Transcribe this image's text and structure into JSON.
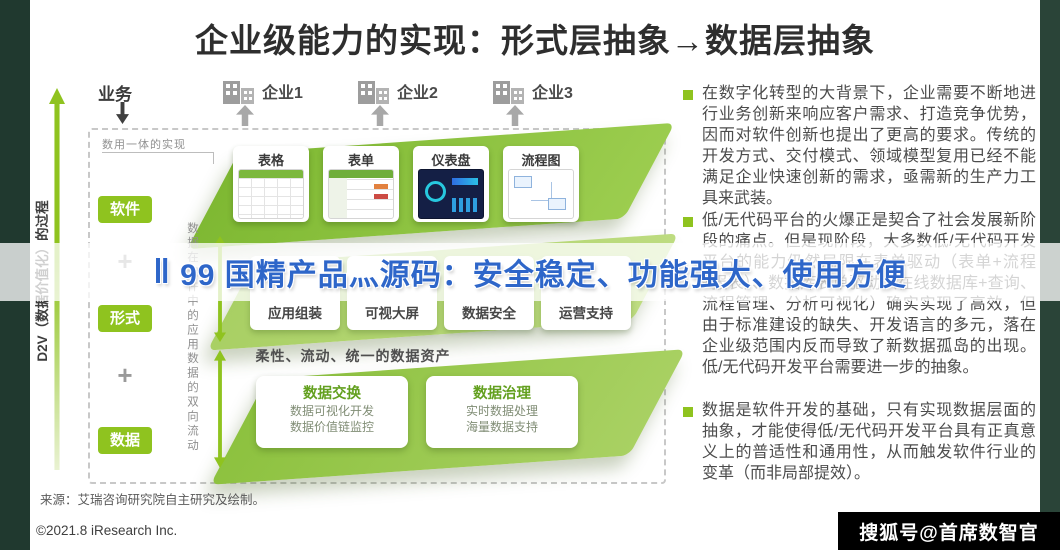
{
  "title": "企业级能力的实现：形式层抽象→数据层抽象",
  "watermark": {
    "mark": "‖",
    "text": "99 国精产品灬源码：安全稳定、功能强大、使用方便"
  },
  "badge": {
    "text": "搜狐号@首席数智官"
  },
  "axis": {
    "label": "D2V（数据价值化）的过程"
  },
  "diagram": {
    "business": "业务",
    "companies": [
      {
        "label": "企业1"
      },
      {
        "label": "企业2"
      },
      {
        "label": "企业3"
      }
    ],
    "note": "数用一体的实现",
    "row_labels": {
      "software": "软件",
      "form": "形式",
      "data": "数据"
    },
    "plus": "+",
    "side_notes": {
      "top": "数据在软件中的应用",
      "bottom": "数据的双向流动"
    },
    "software_cards": [
      {
        "label": "表格"
      },
      {
        "label": "表单"
      },
      {
        "label": "仪表盘"
      },
      {
        "label": "流程图"
      }
    ],
    "form_cards": [
      {
        "label": "应用组装"
      },
      {
        "label": "可视大屏"
      },
      {
        "label": "数据安全"
      },
      {
        "label": "运营支持"
      }
    ],
    "flow_caption": "柔性、流动、统一的数据资产",
    "data_cards": [
      {
        "title": "数据交换",
        "lines": [
          "数据可视化开发",
          "数据价值链监控"
        ]
      },
      {
        "title": "数据治理",
        "lines": [
          "实时数据处理",
          "海量数据支持"
        ]
      }
    ]
  },
  "bullets": [
    {
      "text": "在数字化转型的大背景下，企业需要不断地进行业务创新来响应客户需求、打造竞争优势，因而对软件创新也提出了更高的要求。传统的开发方式、交付模式、领域模型复用已经不能满足企业快速创新的需求，亟需新的生产力工具来武装。"
    },
    {
      "text": "低/无代码平台的火爆正是契合了社会发展新阶段的痛点。但是现阶段，大多数低/无代码开发平台的能力仍然局限在表单驱动（表单+流程+报表）、数据库表单驱动（在线数据库+查询、流程管理、分析可视化）确实实现了高效，但由于标准建设的缺失、开发语言的多元，落在企业级范围内反而导致了新数据孤岛的出现。低/无代码开发平台需要进一步的抽象。"
    },
    {
      "text": "数据是软件开发的基础，只有实现数据层面的抽象，才能使得低/无代码开发平台具有正真意义上的普适性和通用性，从而触发软件行业的变革（而非局部提效）。"
    }
  ],
  "footer": {
    "source": "来源：艾瑞咨询研究院自主研究及绘制。",
    "copyright": "©2021.8 iResearch Inc."
  },
  "colors": {
    "green": "#8fc31f",
    "dark_edge": "#20392f",
    "watermark_blue": "#2e66c9"
  }
}
